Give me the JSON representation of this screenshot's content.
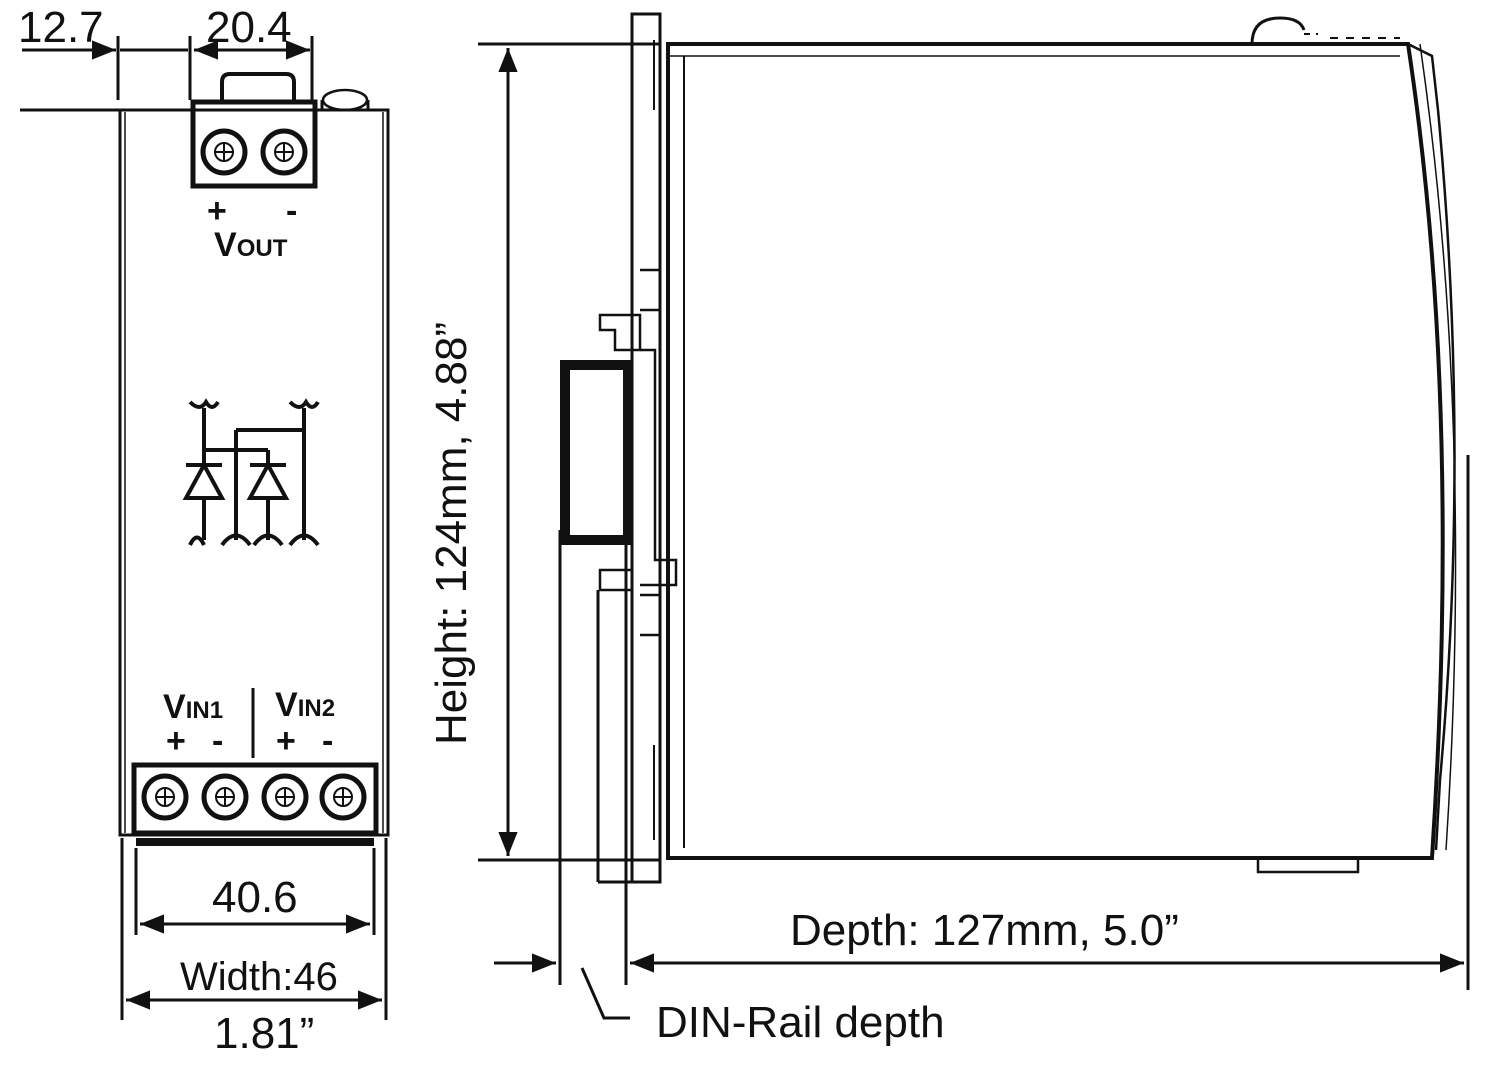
{
  "front_view": {
    "dim_offset": "12.7",
    "dim_terminal_width": "20.4",
    "vout": {
      "plus": "+",
      "minus": "-",
      "label": "V",
      "subscript": "OUT"
    },
    "vin1": {
      "label": "V",
      "subscript": "IN1",
      "plus": "+",
      "minus": "-"
    },
    "vin2": {
      "label": "V",
      "subscript": "IN2",
      "plus": "+",
      "minus": "-"
    },
    "dim_inner_width": "40.6",
    "dim_width": "Width:46",
    "dim_width_inch": "1.81”"
  },
  "side_view": {
    "dim_height": "Height: 124mm,  4.88”",
    "dim_depth": "Depth: 127mm,  5.0”",
    "din_rail_label": "DIN-Rail depth"
  },
  "colors": {
    "line": "#111111",
    "background": "#ffffff"
  }
}
